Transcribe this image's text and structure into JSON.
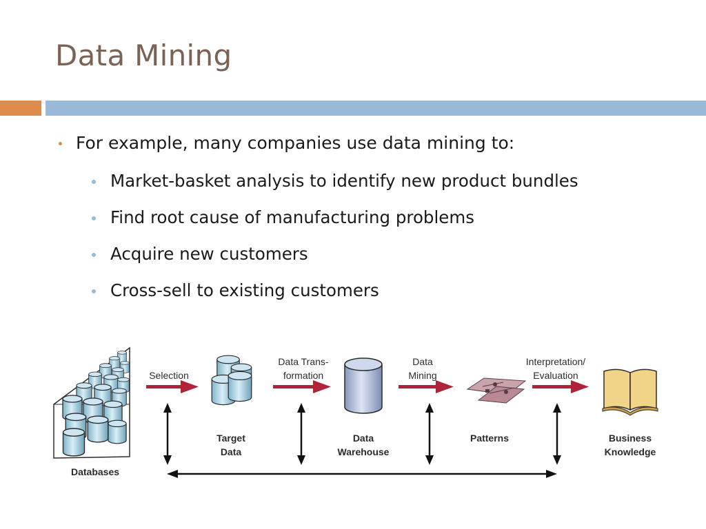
{
  "slide": {
    "title": "Data Mining",
    "bullets": [
      {
        "text": "For example, many companies use data mining to:",
        "subitems": [
          "Market-basket analysis to identify new product bundles",
          "Find root cause of manufacturing problems",
          "Acquire new customers",
          "Cross-sell to existing customers"
        ]
      }
    ]
  },
  "diagram": {
    "stages": {
      "databases": "Databases",
      "target_data": [
        "Target",
        "Data"
      ],
      "data_warehouse": [
        "Data",
        "Warehouse"
      ],
      "patterns": "Patterns",
      "business_knowledge": [
        "Business",
        "Knowledge"
      ]
    },
    "steps": {
      "selection": "Selection",
      "transformation": [
        "Data Trans-",
        "formation"
      ],
      "mining": [
        "Data",
        "Mining"
      ],
      "interpretation": [
        "Interpretation/",
        "Evaluation"
      ]
    }
  },
  "colors": {
    "title": "#7a6354",
    "accent_orange": "#de8b4c",
    "accent_blue": "#98bad7",
    "arrow_red": "#b0223a",
    "cylinder_blue": "#a9cfe0",
    "warehouse_blue": "#b3c2de",
    "book_yellow": "#f2d488",
    "patterns_mauve": "#b98a96"
  },
  "icons": [
    "cylinder-icon",
    "book-icon",
    "patterns-icon",
    "right-arrow-icon",
    "double-arrow-icon"
  ]
}
